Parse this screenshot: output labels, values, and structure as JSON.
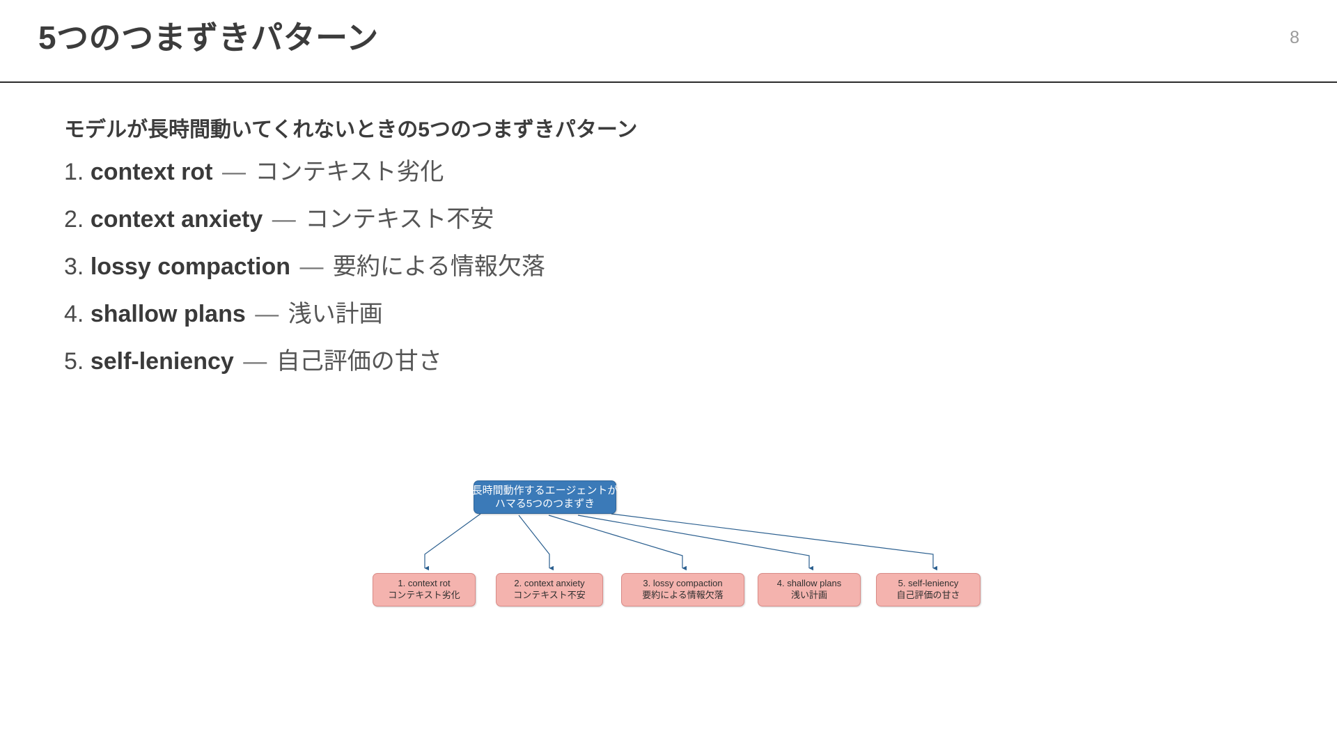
{
  "header": {
    "title": "5つのつまずきパターン",
    "page_number": "8"
  },
  "body": {
    "lead": "モデルが長時間動いてくれないときの5つのつまずきパターン",
    "patterns": [
      {
        "index": "1.",
        "term": "context rot",
        "dash": "—",
        "gloss": "コンテキスト劣化"
      },
      {
        "index": "2.",
        "term": "context anxiety",
        "dash": "—",
        "gloss": "コンテキスト不安"
      },
      {
        "index": "3.",
        "term": "lossy compaction",
        "dash": "—",
        "gloss": "要約による情報欠落"
      },
      {
        "index": "4.",
        "term": "shallow plans",
        "dash": "—",
        "gloss": "浅い計画"
      },
      {
        "index": "5.",
        "term": "self-leniency",
        "dash": "—",
        "gloss": "自己評価の甘さ"
      }
    ]
  },
  "diagram": {
    "root": {
      "line1": "長時間動作するエージェントが",
      "line2": "ハマる5つのつまずき"
    },
    "leaves": [
      {
        "line1": "1. context rot",
        "line2": "コンテキスト劣化"
      },
      {
        "line1": "2. context anxiety",
        "line2": "コンテキスト不安"
      },
      {
        "line1": "3. lossy compaction",
        "line2": "要約による情報欠落"
      },
      {
        "line1": "4. shallow plans",
        "line2": "浅い計画"
      },
      {
        "line1": "5. self-leniency",
        "line2": "自己評価の甘さ"
      }
    ]
  },
  "colors": {
    "root_fill": "#3b7ab8",
    "root_border": "#2f659b",
    "leaf_fill": "#f4b3ae",
    "leaf_border": "#d98a86",
    "connector": "#2b5f8f",
    "title_text": "#3c3c3c",
    "page_number_text": "#9a9a9a",
    "rule": "#2b2b2b"
  }
}
